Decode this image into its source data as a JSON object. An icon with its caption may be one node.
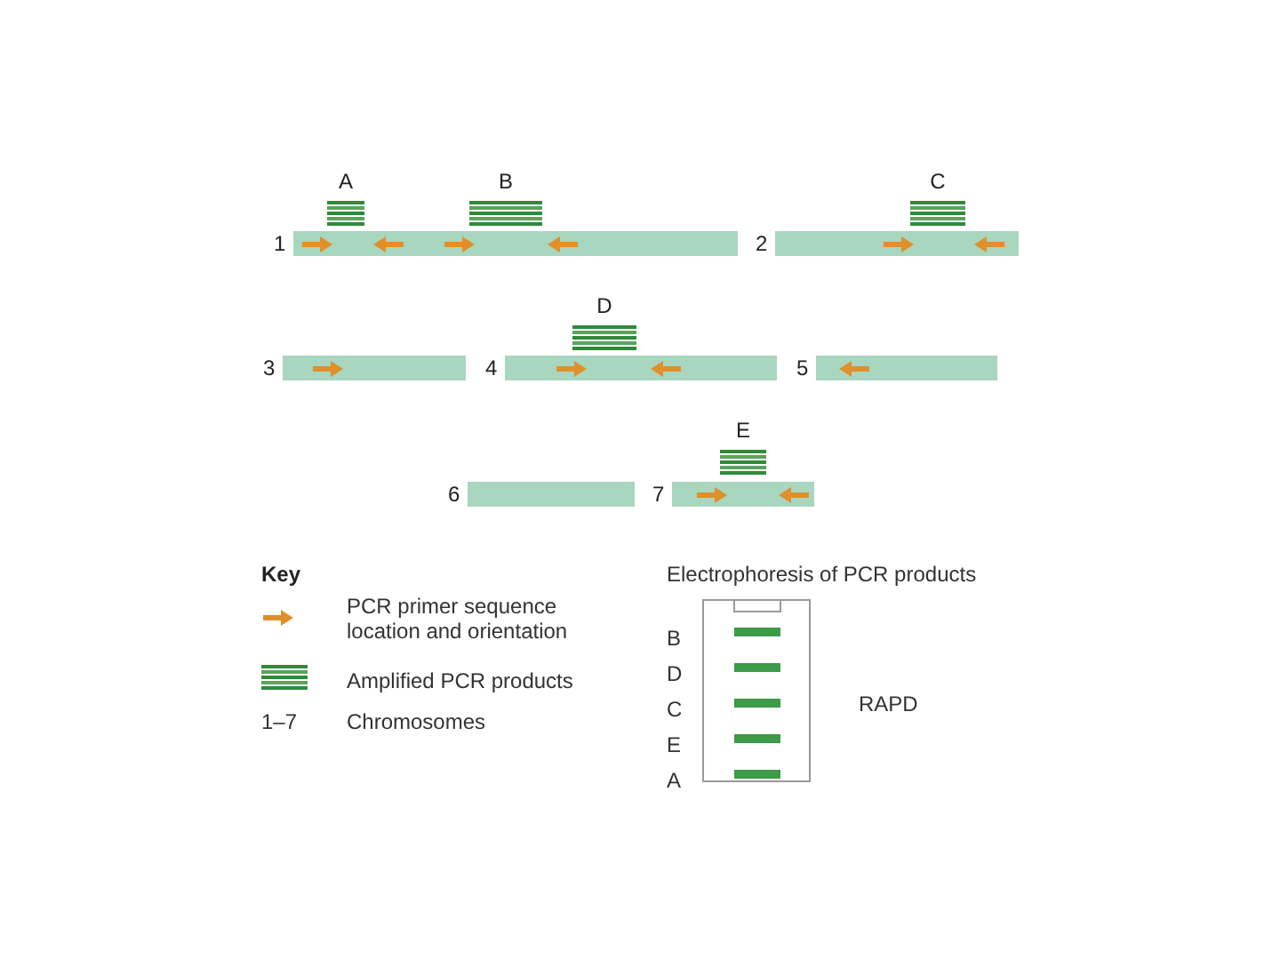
{
  "diagram": {
    "nodes": [
      {
        "text": [],
        "shape": "bar",
        "beside": [
          "1"
        ]
      },
      {
        "text": [],
        "shape": "bar",
        "beside": [
          "2"
        ]
      },
      {
        "text": [],
        "shape": "bar",
        "beside": [
          "3"
        ]
      },
      {
        "text": [],
        "shape": "bar",
        "beside": [
          "4"
        ]
      },
      {
        "text": [],
        "shape": "bar",
        "beside": [
          "5"
        ]
      },
      {
        "text": [],
        "shape": "bar",
        "beside": [
          "6"
        ]
      },
      {
        "text": [],
        "shape": "bar",
        "beside": [
          "7"
        ]
      },
      {
        "text": [
          "A"
        ]
      },
      {
        "text": [
          "B"
        ]
      },
      {
        "text": [
          "C"
        ]
      },
      {
        "text": [
          "D"
        ]
      },
      {
        "text": [
          "E"
        ]
      }
    ],
    "edges": [],
    "labels": [
      "Key",
      "1–7",
      "Chromosomes",
      "Electrophoresis of PCR products",
      "B",
      "D",
      "C",
      "E",
      "A",
      "RAPD"
    ],
    "legend": [
      {
        "text": "PCR primer sequence location and orientation"
      },
      {
        "text": "Amplified PCR products"
      }
    ]
  }
}
